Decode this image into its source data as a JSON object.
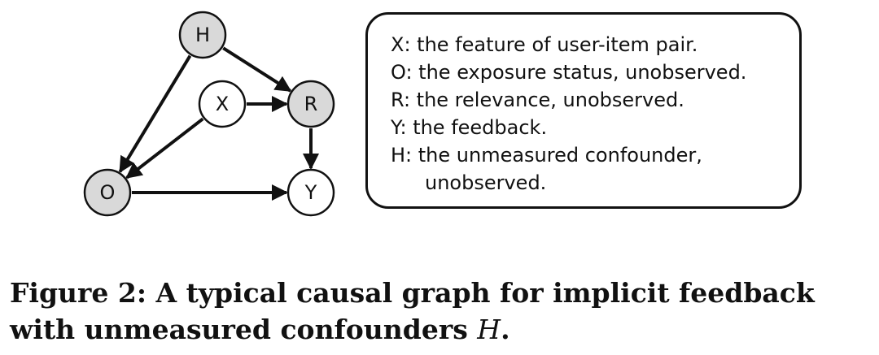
{
  "diagram": {
    "nodes": [
      {
        "id": "H",
        "label": "H",
        "observed": false
      },
      {
        "id": "X",
        "label": "X",
        "observed": true
      },
      {
        "id": "R",
        "label": "R",
        "observed": false
      },
      {
        "id": "O",
        "label": "O",
        "observed": false
      },
      {
        "id": "Y",
        "label": "Y",
        "observed": true
      }
    ],
    "edges": [
      {
        "from": "H",
        "to": "R"
      },
      {
        "from": "H",
        "to": "O"
      },
      {
        "from": "X",
        "to": "R"
      },
      {
        "from": "X",
        "to": "O"
      },
      {
        "from": "R",
        "to": "Y"
      },
      {
        "from": "O",
        "to": "Y"
      }
    ],
    "colors": {
      "unobserved_fill": "#d9d9d9",
      "observed_fill": "#ffffff",
      "stroke": "#111111"
    }
  },
  "legend": {
    "lines": [
      "X: the feature of user-item pair.",
      "O: the exposure status, unobserved.",
      "R: the relevance, unobserved.",
      "Y: the feedback.",
      "H: the unmeasured confounder,",
      "unobserved."
    ]
  },
  "caption": {
    "text": "Figure 2: A typical causal graph for implicit feedback with unmeasured confounders",
    "variable": "H",
    "end": "."
  }
}
